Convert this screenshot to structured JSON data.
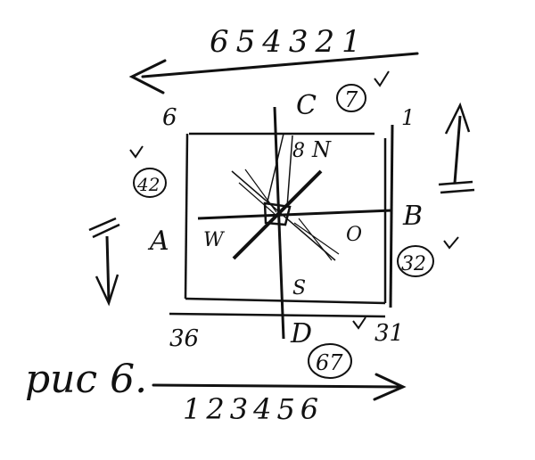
{
  "colors": {
    "ink": "#111111",
    "paper": "#ffffff"
  },
  "top_sequence": "654321",
  "bottom_sequence": "123456",
  "caption": "рис 6.",
  "compass": {
    "north": "N",
    "south": "S",
    "west": "W",
    "east": "O"
  },
  "corners": {
    "top_left": "6",
    "top_right": "1",
    "bottom_left": "36",
    "bottom_right": "31"
  },
  "sides": {
    "top": {
      "letter": "C",
      "number": "7"
    },
    "left": {
      "letter": "A",
      "number": "42"
    },
    "right": {
      "letter": "B",
      "number": "32"
    },
    "bottom": {
      "letter": "D",
      "number": "67"
    }
  },
  "small_mark": "8"
}
